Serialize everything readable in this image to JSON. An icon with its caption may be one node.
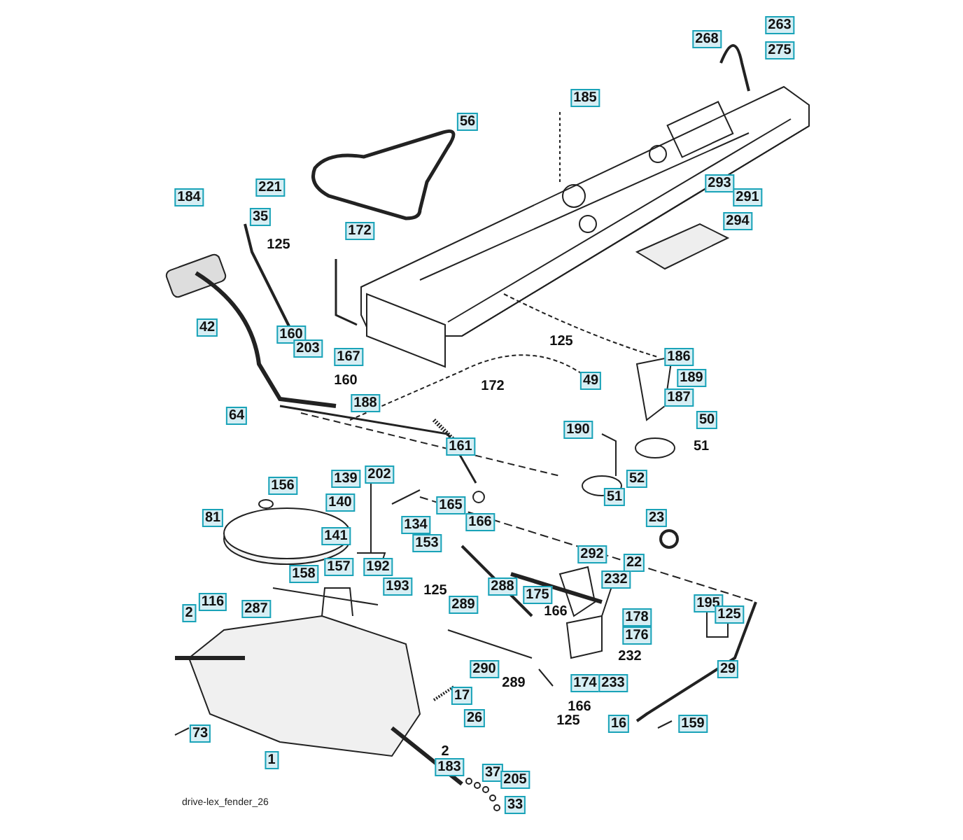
{
  "diagram": {
    "caption": "drive-lex_fender_26",
    "labels": [
      "268",
      "263",
      "275",
      "185",
      "56",
      "293",
      "291",
      "221",
      "184",
      "35",
      "294",
      "172",
      "125",
      "42",
      "160",
      "203",
      "167",
      "160",
      "64",
      "188",
      "125",
      "172",
      "186",
      "49",
      "189",
      "187",
      "190",
      "50",
      "51",
      "161",
      "52",
      "139",
      "202",
      "156",
      "51",
      "140",
      "165",
      "166",
      "23",
      "81",
      "141",
      "134",
      "153",
      "292",
      "22",
      "232",
      "288",
      "175",
      "157",
      "192",
      "158",
      "193",
      "125",
      "289",
      "166",
      "178",
      "195",
      "125",
      "116",
      "287",
      "2",
      "176",
      "232",
      "290",
      "174",
      "233",
      "29",
      "289",
      "166",
      "17",
      "125",
      "26",
      "16",
      "159",
      "73",
      "1",
      "2",
      "183",
      "37",
      "205",
      "33"
    ]
  }
}
